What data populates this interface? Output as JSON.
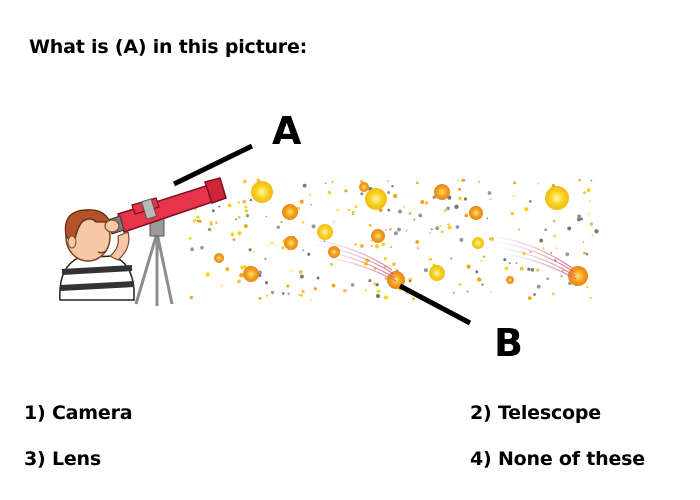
{
  "question": "What is (A) in this picture:",
  "callouts": {
    "a": "A",
    "b": "B"
  },
  "options": [
    {
      "number": "1)",
      "label": "Camera"
    },
    {
      "number": "2)",
      "label": "Telescope"
    },
    {
      "number": "3)",
      "label": "Lens"
    },
    {
      "number": "4)",
      "label": "None of these"
    }
  ],
  "colors": {
    "telescope": "#e8344a",
    "star_yellow": "#f8d21e",
    "star_orange": "#f3a21b",
    "comet_trail": "#d4627a",
    "hair": "#b5522a",
    "skin": "#f6c8a8",
    "shirt_stripe": "#333333"
  }
}
